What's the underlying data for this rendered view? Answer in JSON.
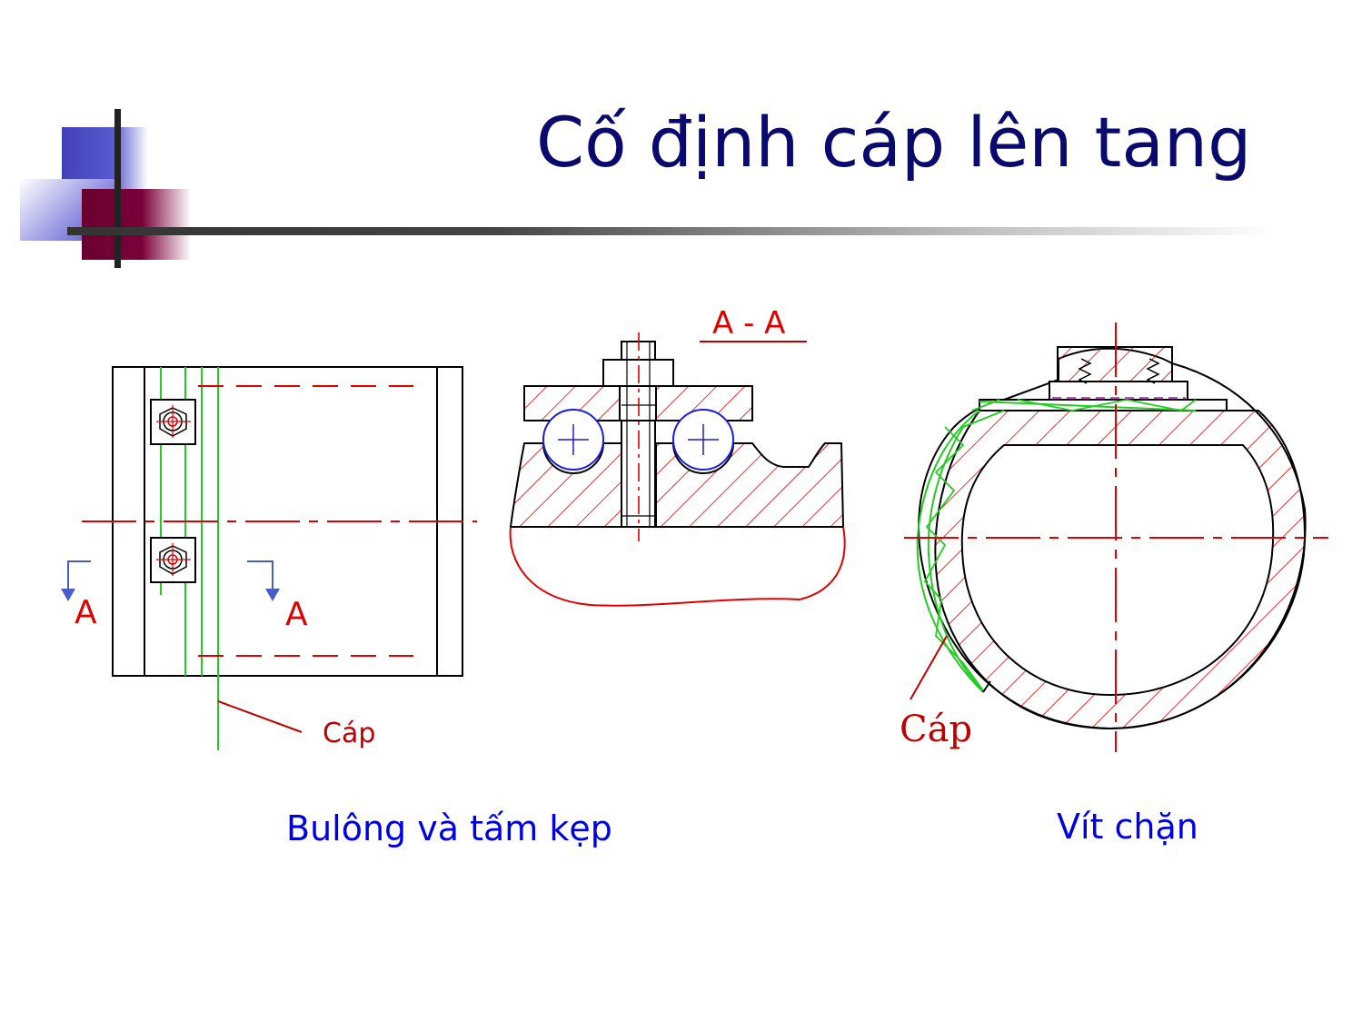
{
  "slide": {
    "title": "Cố định cáp lên tang"
  },
  "left_view": {
    "section_mark_left": "A",
    "section_mark_right": "A",
    "cable_label": "Cáp",
    "caption": "Bulông và tấm kẹp"
  },
  "section_view": {
    "section_title": "A - A"
  },
  "right_view": {
    "cable_label": "Cáp",
    "caption": "Vít chặn"
  },
  "colors": {
    "title": "#0a0a6e",
    "outline": "#000000",
    "hatch_and_axes": "#e00000",
    "cable": "#22cc22",
    "caption": "#0000e6",
    "arrow": "#4a5cc8",
    "dashed_magenta": "#d040d0"
  }
}
